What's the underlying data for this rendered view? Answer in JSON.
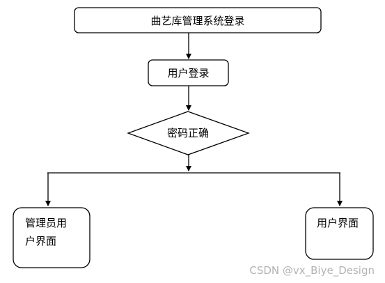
{
  "diagram": {
    "nodes": {
      "system_login": "曲艺库管理系统登录",
      "user_login": "用户登录",
      "password_check": "密码正确",
      "admin_ui_line1": "管理员用",
      "admin_ui_line2": "户界面",
      "user_ui": "用户界面"
    }
  },
  "watermark": "CSDN @vx_Biye_Design"
}
